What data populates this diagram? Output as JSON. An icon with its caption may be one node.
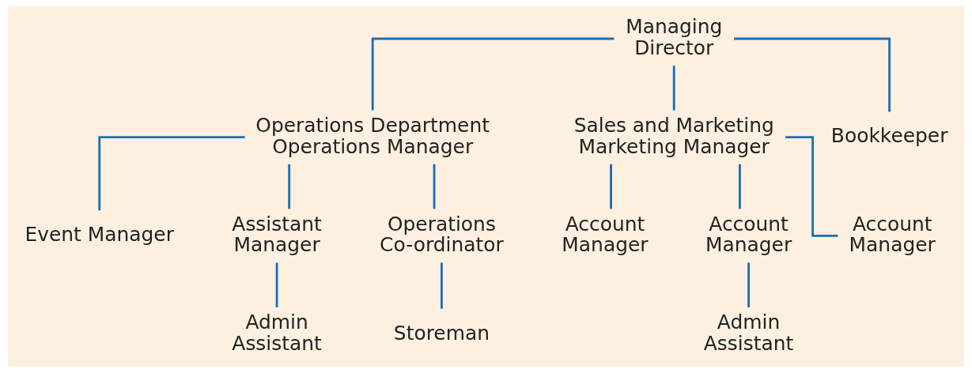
{
  "diagram": {
    "nodes": [
      {
        "text": [
          "Managing Director"
        ]
      },
      {
        "text": [
          "Operations Department",
          "Operations Manager"
        ]
      },
      {
        "text": [
          "Sales and Marketing",
          "Marketing Manager"
        ]
      },
      {
        "text": [
          "Bookkeeper"
        ]
      },
      {
        "text": [
          "Event Manager"
        ]
      },
      {
        "text": [
          "Assistant Manager"
        ]
      },
      {
        "text": [
          "Operations Co-ordinator"
        ]
      },
      {
        "text": [
          "Account Manager"
        ]
      },
      {
        "text": [
          "Account Manager"
        ]
      },
      {
        "text": [
          "Account Manager"
        ]
      },
      {
        "text": [
          "Admin Assistant"
        ]
      },
      {
        "text": [
          "Storeman"
        ]
      },
      {
        "text": [
          "Admin Assistant"
        ]
      }
    ],
    "edges": [
      {
        "from": 0,
        "to": 1,
        "arrow": "none"
      },
      {
        "from": 0,
        "to": 2,
        "arrow": "none"
      },
      {
        "from": 0,
        "to": 3,
        "arrow": "none"
      },
      {
        "from": 1,
        "to": 4,
        "arrow": "none"
      },
      {
        "from": 1,
        "to": 5,
        "arrow": "none"
      },
      {
        "from": 1,
        "to": 6,
        "arrow": "none"
      },
      {
        "from": 2,
        "to": 7,
        "arrow": "none"
      },
      {
        "from": 2,
        "to": 8,
        "arrow": "none"
      },
      {
        "from": 2,
        "to": 9,
        "arrow": "none"
      },
      {
        "from": 5,
        "to": 10,
        "arrow": "none"
      },
      {
        "from": 6,
        "to": 11,
        "arrow": "none"
      },
      {
        "from": 8,
        "to": 12,
        "arrow": "none"
      }
    ]
  }
}
